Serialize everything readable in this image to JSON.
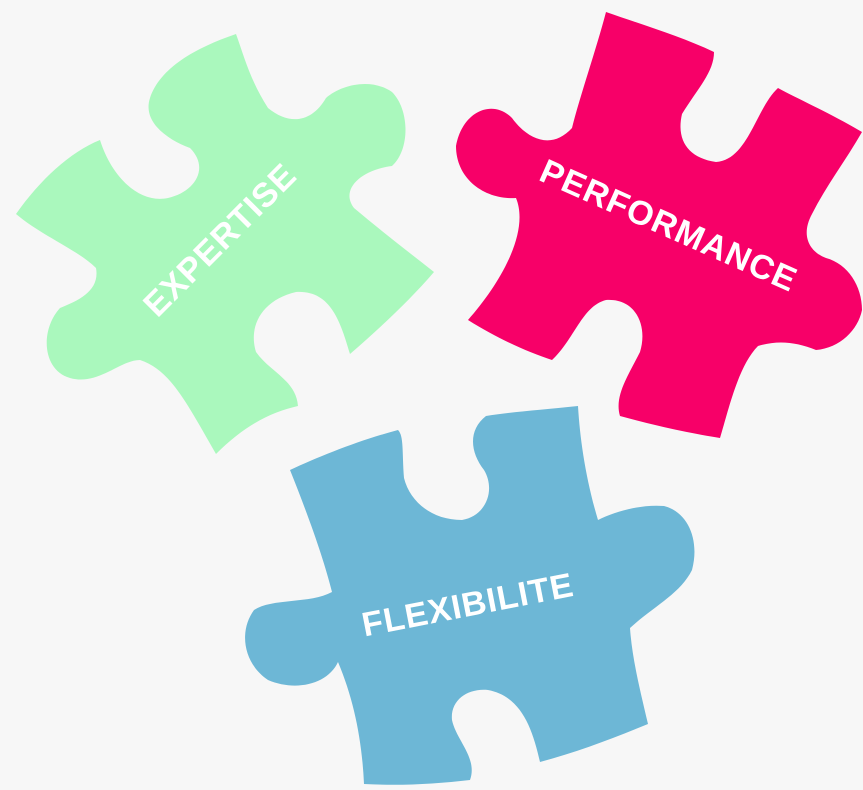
{
  "pieces": [
    {
      "label": "EXPERTISE",
      "color": "#aaf8bd"
    },
    {
      "label": "PERFORMANCE",
      "color": "#f70068"
    },
    {
      "label": "FLEXIBILITE",
      "color": "#6db7d6"
    }
  ]
}
